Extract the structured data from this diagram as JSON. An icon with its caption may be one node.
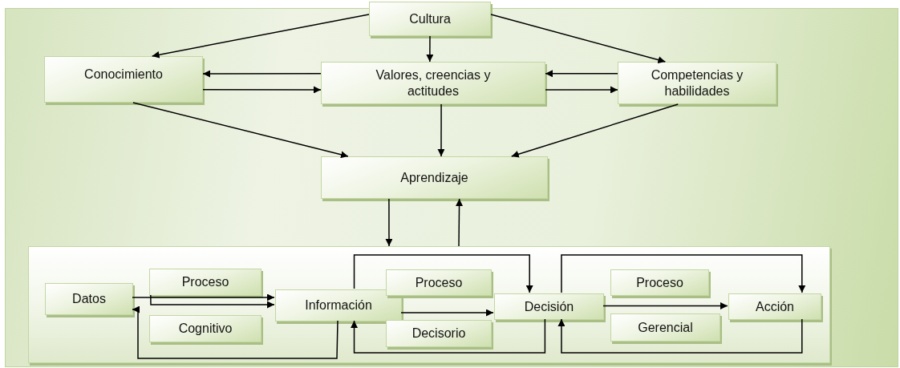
{
  "diagram": {
    "nodes": [
      {
        "text": [
          "Cultura"
        ]
      },
      {
        "text": [
          "Conocimiento"
        ]
      },
      {
        "text": [
          "Valores, creencias y actitudes"
        ]
      },
      {
        "text": [
          "Competencias y habilidades"
        ]
      },
      {
        "text": [
          "Aprendizaje"
        ]
      },
      {
        "text": [],
        "shape": "box"
      },
      {
        "text": [
          "Datos"
        ],
        "in": 5
      },
      {
        "text": [
          "Proceso"
        ],
        "in": 5
      },
      {
        "text": [
          "Cognitivo"
        ],
        "in": 5
      },
      {
        "text": [
          "Información"
        ],
        "in": 5
      },
      {
        "text": [
          "Proceso"
        ],
        "in": 5
      },
      {
        "text": [
          "Decisorio"
        ],
        "in": 5
      },
      {
        "text": [
          "Decisión"
        ],
        "in": 5
      },
      {
        "text": [
          "Proceso"
        ],
        "in": 5
      },
      {
        "text": [
          "Gerencial"
        ],
        "in": 5
      },
      {
        "text": [
          "Acción"
        ],
        "in": 5
      }
    ],
    "edges": [
      {
        "from": 0,
        "to": 1,
        "arrow": "to"
      },
      {
        "from": 0,
        "to": 2,
        "arrow": "to"
      },
      {
        "from": 0,
        "to": 3,
        "arrow": "to"
      },
      {
        "from": 2,
        "to": 1,
        "arrow": "to"
      },
      {
        "from": 1,
        "to": 2,
        "arrow": "to"
      },
      {
        "from": 3,
        "to": 2,
        "arrow": "to"
      },
      {
        "from": 2,
        "to": 3,
        "arrow": "to"
      },
      {
        "from": 1,
        "to": 4,
        "arrow": "to"
      },
      {
        "from": 2,
        "to": 4,
        "arrow": "to"
      },
      {
        "from": 3,
        "to": 4,
        "arrow": "to"
      },
      {
        "from": 4,
        "to": 5,
        "arrow": "to"
      },
      {
        "from": 5,
        "to": 4,
        "arrow": "to"
      },
      {
        "from": 6,
        "to": 9,
        "arrow": "to"
      },
      {
        "from": 7,
        "to": 9,
        "arrow": "to"
      },
      {
        "from": 9,
        "to": 6,
        "arrow": "to"
      },
      {
        "from": 9,
        "to": 12,
        "arrow": "to"
      },
      {
        "from": 9,
        "to": 12,
        "arrow": "to"
      },
      {
        "from": 12,
        "to": 9,
        "arrow": "to"
      },
      {
        "from": 12,
        "to": 15,
        "arrow": "to"
      },
      {
        "from": 12,
        "to": 15,
        "arrow": "to"
      },
      {
        "from": 15,
        "to": 12,
        "arrow": "to"
      }
    ]
  }
}
